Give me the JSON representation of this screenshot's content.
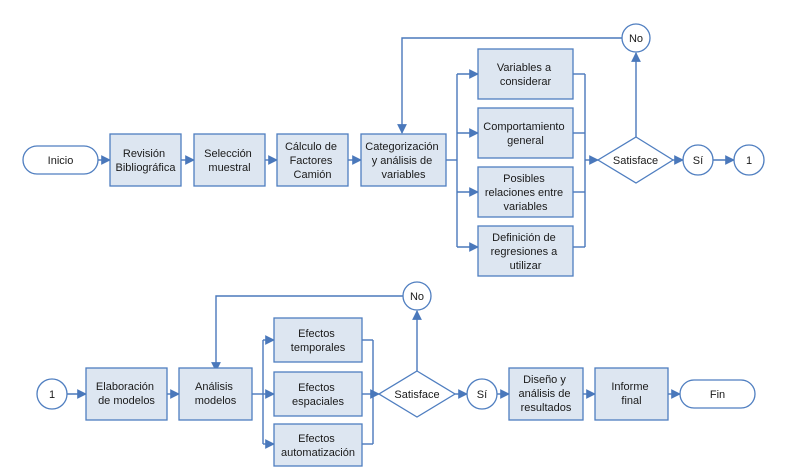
{
  "colors": {
    "box_fill": "#dde6f1",
    "stroke": "#4f7ec0",
    "edge": "#4a78bb",
    "text": "#1a1a1a",
    "background": "#ffffff"
  },
  "flow1": {
    "inicio": "Inicio",
    "revision": [
      "Revisión",
      "Bibliográfica"
    ],
    "seleccion": [
      "Selección",
      "muestral"
    ],
    "calculo": [
      "Cálculo de",
      "Factores",
      "Camión"
    ],
    "categorizacion": [
      "Categorización",
      "y análisis de",
      "variables"
    ],
    "variables": [
      "Variables a",
      "considerar"
    ],
    "comportamiento": [
      "Comportamiento",
      "general"
    ],
    "posibles": [
      "Posibles",
      "relaciones entre",
      "variables"
    ],
    "definicion": [
      "Definición de",
      "regresiones a",
      "utilizar"
    ],
    "satisface": "Satisface",
    "no": "No",
    "si": "Sí",
    "connector": "1"
  },
  "flow2": {
    "connector": "1",
    "elaboracion": [
      "Elaboración",
      "de modelos"
    ],
    "analisis": [
      "Análisis",
      "modelos"
    ],
    "temporales": [
      "Efectos",
      "temporales"
    ],
    "espaciales": [
      "Efectos",
      "espaciales"
    ],
    "automatizacion": [
      "Efectos",
      "automatización"
    ],
    "satisface": "Satisface",
    "no": "No",
    "si": "Sí",
    "diseno": [
      "Diseño y",
      "análisis de",
      "resultados"
    ],
    "informe": [
      "Informe",
      "final"
    ],
    "fin": "Fin"
  }
}
